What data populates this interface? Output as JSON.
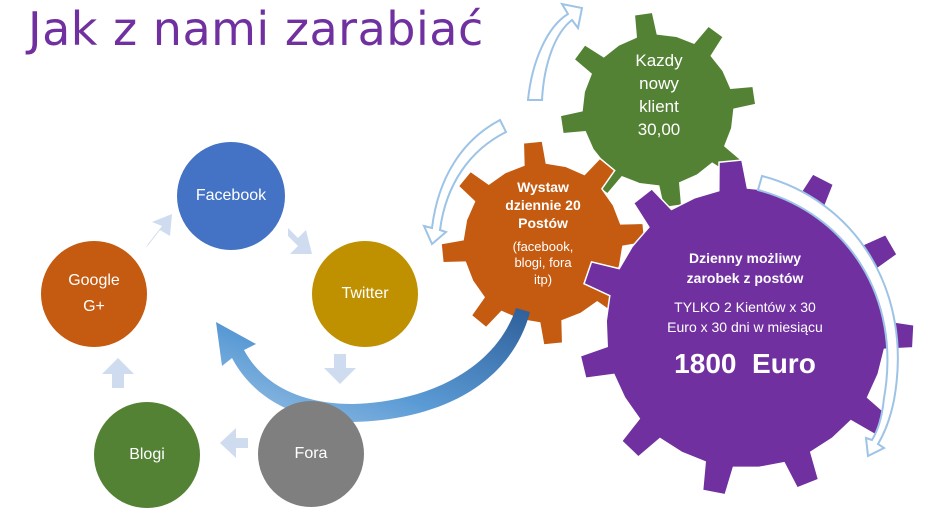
{
  "title": "Jak z nami zarabiać",
  "cycle": {
    "nodes": [
      {
        "label": "Facebook",
        "color": "#4472c4"
      },
      {
        "label": "Twitter",
        "color": "#bf9000"
      },
      {
        "label": "Fora",
        "color": "#7f7f7f"
      },
      {
        "label": "Blogi",
        "color": "#548235"
      },
      {
        "label_lines": [
          "Google",
          "G+"
        ],
        "color": "#c55a11"
      }
    ],
    "arrow_color": "#b4c7e7"
  },
  "gears": {
    "green": {
      "color": "#548235",
      "lines": [
        "Kazdy",
        "nowy",
        "klient",
        "30,00"
      ]
    },
    "orange": {
      "color": "#c55a11",
      "bold_lines": [
        "Wystaw",
        "dziennie 20",
        "Postów"
      ],
      "lines": [
        "(facebook,",
        "blogi, fora",
        "itp)"
      ]
    },
    "purple": {
      "color": "#7030a0",
      "bold_lines": [
        "Dzienny możliwy",
        "zarobek z postów"
      ],
      "lines": [
        "TYLKO 2 Kientów x 30",
        "Euro x 30 dni w miesiącu"
      ],
      "amount": "1800  Euro"
    }
  },
  "colors": {
    "title": "#7030a0",
    "curved_arrow": "#2e75b6",
    "cycle_arrow": "#dae3f3"
  }
}
